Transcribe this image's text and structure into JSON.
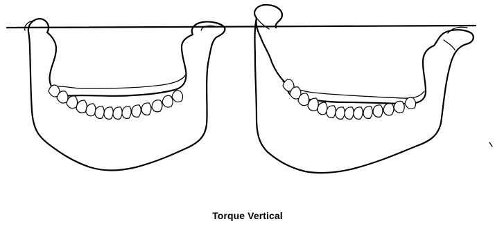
{
  "figure": {
    "caption": "Torque Vertical",
    "colors": {
      "ink": "#000000",
      "background": "#ffffff"
    },
    "left_mandible": {
      "orientation": "level",
      "tooth_count": 13
    },
    "right_mandible": {
      "orientation": "tilted",
      "tooth_count": 13
    }
  }
}
